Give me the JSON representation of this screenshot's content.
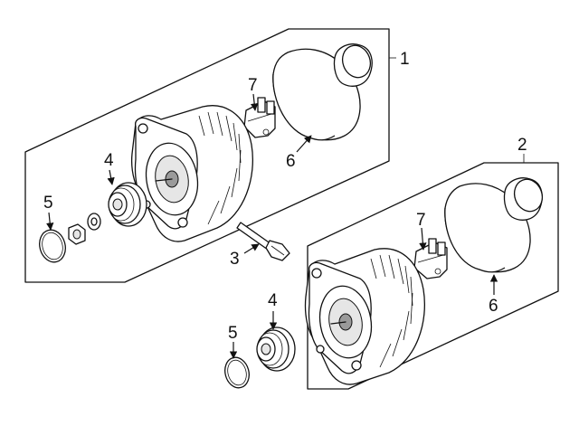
{
  "callouts": {
    "c1": "1",
    "c2": "2",
    "c3": "3",
    "c4a": "4",
    "c4b": "4",
    "c5a": "5",
    "c5b": "5",
    "c6a": "6",
    "c6b": "6",
    "c7a": "7",
    "c7b": "7"
  }
}
